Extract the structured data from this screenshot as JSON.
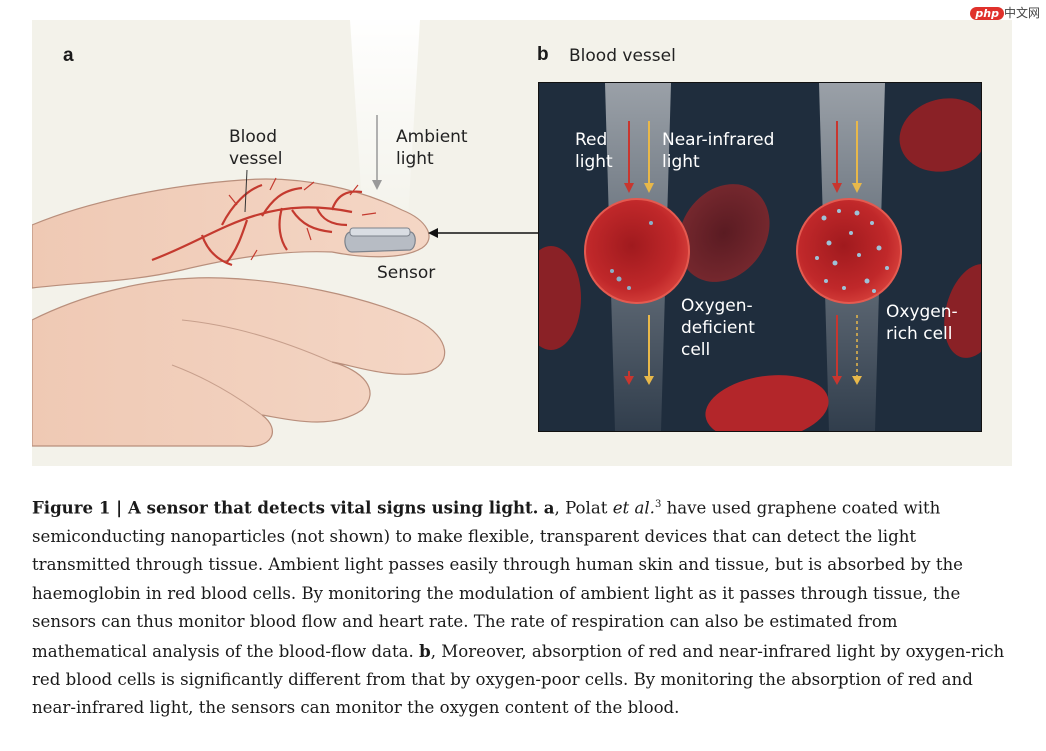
{
  "watermark": {
    "badge": "php",
    "text": "中文网"
  },
  "panel_a": {
    "letter": "a",
    "blood_vessel_label": "Blood\nvessel",
    "ambient_light_label": "Ambient\nlight",
    "sensor_label": "Sensor"
  },
  "panel_b": {
    "letter": "b",
    "title": "Blood vessel",
    "red_light_label": "Red\nlight",
    "nir_label": "Near-infrared\nlight",
    "deficient_label": "Oxygen-\ndeficient\ncell",
    "rich_label": "Oxygen-\nrich cell"
  },
  "colors": {
    "red_arrow": "#c8362f",
    "yellow_arrow": "#e8b84a",
    "cell_red": "#c0282a",
    "vessel_bg": "#1f2d3d",
    "panel_bg": "#f3f2ea"
  },
  "caption": {
    "figure_label": "Figure 1",
    "bar": " | ",
    "title": "A sensor that detects vital signs using light.",
    "a_letter": "a",
    "text1": ", Polat ",
    "etal": "et al.",
    "ref": "3",
    "text2": " have used graphene coated with semiconducting nanoparticles (not shown) to make flexible, transparent devices that can detect the light transmitted through tissue. Ambient light passes easily through human skin and tissue, but is absorbed by the haemoglobin in red blood cells. By monitoring the modulation of ambient light as it passes through tissue, the sensors can thus monitor blood flow and heart rate. The rate of respiration can also be estimated from mathematical analysis of the blood-flow data. ",
    "b_letter": "b",
    "text3": ", Moreover, absorption of red  and near-infrared light by oxygen-rich red blood cells is significantly different from that by oxygen-poor cells. By monitoring the absorption of red and near-infrared light, the sensors can monitor the oxygen content of the blood."
  }
}
